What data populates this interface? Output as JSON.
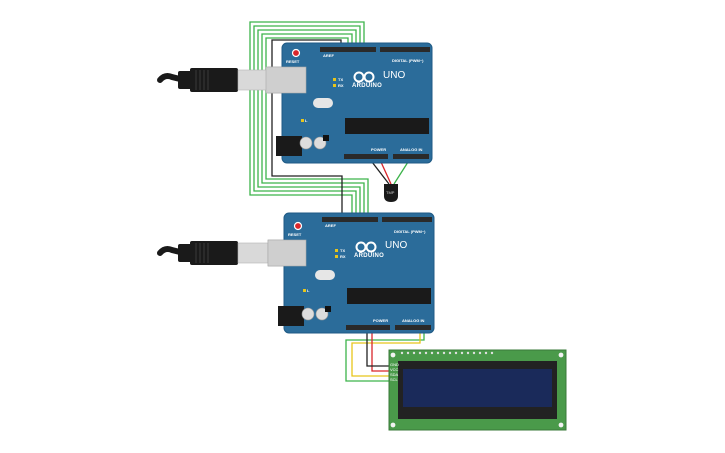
{
  "boards": [
    {
      "id": "board-1",
      "model": "UNO",
      "brand": "ARDUINO",
      "digital_label": "DIGITAL (PWM~)",
      "power_label": "POWER",
      "analog_label": "ANALOG IN",
      "reset_label": "RESET",
      "aref_label": "AREF",
      "tx_label": "TX",
      "rx_label": "RX",
      "l_label": "L"
    },
    {
      "id": "board-2",
      "model": "UNO",
      "brand": "ARDUINO",
      "digital_label": "DIGITAL (PWM~)",
      "power_label": "POWER",
      "analog_label": "ANALOG IN",
      "reset_label": "RESET",
      "aref_label": "AREF",
      "tx_label": "TX",
      "rx_label": "RX",
      "l_label": "L"
    }
  ],
  "sensor": {
    "label": "TMP"
  },
  "lcd": {
    "pins": [
      "GND",
      "VCC",
      "SDA",
      "SCL"
    ]
  },
  "colors": {
    "board": "#2b6c9a",
    "board_dark": "#1f5a85",
    "header": "#2a2a2a",
    "usb_metal": "#d9d9d9",
    "cable": "#1a1a1a",
    "wire_green": "#3cb34a",
    "wire_black": "#222222",
    "wire_red": "#d9262b",
    "wire_yellow": "#e8c51a",
    "lcd_pcb": "#4a9a4a",
    "lcd_screen": "#1a2a5a",
    "lcd_frame": "#222222"
  }
}
